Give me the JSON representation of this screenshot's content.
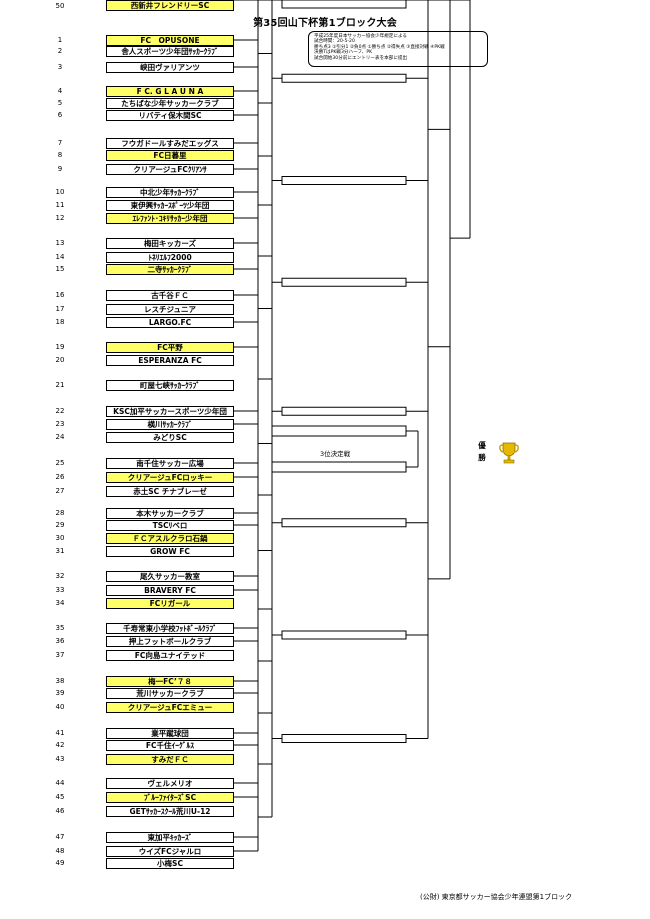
{
  "title": "第35回山下杯第1ブロック大会",
  "rules": [
    "平成25年度日本サッカー協会少年規定による",
    "試合時間：20-5-20",
    "勝ち点3 ①引分1 ②負0点 ①勝ち点 ②得失点 ③直接対戦 ④PK戦",
    "決勝TはPK戦3分ハーフ、PK",
    "試合開始30分前にエントリー表を本部に提出"
  ],
  "teams": [
    {
      "n": "1",
      "name": "FC　OPUSONE",
      "hl": true
    },
    {
      "n": "2",
      "name": "舎人スポーツ少年団ｻｯｶｰｸﾗﾌﾞ",
      "hl": false
    },
    {
      "n": "3",
      "name": "峡田ヴァリアンツ",
      "hl": false
    },
    {
      "n": "4",
      "name": "F C.  G L A U N A",
      "hl": true
    },
    {
      "n": "5",
      "name": "たちばな少年サッカークラブ",
      "hl": false
    },
    {
      "n": "6",
      "name": "リバティ保木間SC",
      "hl": false
    },
    {
      "n": "7",
      "name": "フウガドールすみだエッグス",
      "hl": false
    },
    {
      "n": "8",
      "name": "FC日暮里",
      "hl": true
    },
    {
      "n": "9",
      "name": "クリアージュFCｸﾘｱﾝｻ",
      "hl": false
    },
    {
      "n": "10",
      "name": "中北少年ｻｯｶｰｸﾗﾌﾞ",
      "hl": false
    },
    {
      "n": "11",
      "name": "東伊興ｻｯｶｰｽﾎﾟｰﾂ少年団",
      "hl": false
    },
    {
      "n": "12",
      "name": "ｴﾚﾌｧﾝﾄ･ｺｷﾘｻｯｶｰ少年団",
      "hl": true
    },
    {
      "n": "13",
      "name": "梅田キッカーズ",
      "hl": false
    },
    {
      "n": "14",
      "name": "ﾄﾈﾘｴﾙﾌ2000",
      "hl": false
    },
    {
      "n": "15",
      "name": "二寺ｻｯｶｰｸﾗﾌﾞ",
      "hl": true
    },
    {
      "n": "16",
      "name": "古千谷ＦＣ",
      "hl": false
    },
    {
      "n": "17",
      "name": "レスチジュニア",
      "hl": false
    },
    {
      "n": "18",
      "name": "LARGO.FC",
      "hl": false
    },
    {
      "n": "19",
      "name": "FC平野",
      "hl": true
    },
    {
      "n": "20",
      "name": "ESPERANZA FC",
      "hl": false
    },
    {
      "n": "21",
      "name": "町屋七峡ｻｯｶｰｸﾗﾌﾞ",
      "hl": false
    },
    {
      "n": "22",
      "name": "KSC加平サッカースポーツ少年団",
      "hl": false
    },
    {
      "n": "23",
      "name": "横川ｻｯｶｰｸﾗﾌﾞ",
      "hl": false
    },
    {
      "n": "24",
      "name": "みどりSC",
      "hl": false
    },
    {
      "n": "25",
      "name": "南千住サッカー広場",
      "hl": false
    },
    {
      "n": "26",
      "name": "クリアージュFCロッキー",
      "hl": true
    },
    {
      "n": "27",
      "name": "赤土SC チナブレーゼ",
      "hl": false
    },
    {
      "n": "28",
      "name": "本木サッカークラブ",
      "hl": false
    },
    {
      "n": "29",
      "name": "TSCﾘベロ",
      "hl": false
    },
    {
      "n": "30",
      "name": "ＦＣアスルクラロ石鍋",
      "hl": true
    },
    {
      "n": "31",
      "name": "GROW FC",
      "hl": false
    },
    {
      "n": "32",
      "name": "尾久サッカー教室",
      "hl": false
    },
    {
      "n": "33",
      "name": "BRAVERY FC",
      "hl": false
    },
    {
      "n": "34",
      "name": "FCリガール",
      "hl": true
    },
    {
      "n": "35",
      "name": "千寿常東小学校ﾌｯﾄﾎﾞｰﾙｸﾗﾌﾞ",
      "hl": false
    },
    {
      "n": "36",
      "name": "押上フットボールクラブ",
      "hl": false
    },
    {
      "n": "37",
      "name": "FC向島ユナイテッド",
      "hl": false
    },
    {
      "n": "38",
      "name": "梅一FC’７８",
      "hl": true
    },
    {
      "n": "39",
      "name": "荒川サッカークラブ",
      "hl": false
    },
    {
      "n": "40",
      "name": "クリアージュFCエミュー",
      "hl": true
    },
    {
      "n": "41",
      "name": "業平蹴球団",
      "hl": false
    },
    {
      "n": "42",
      "name": "FC千住ｲｰｸﾞﾙｽ",
      "hl": false
    },
    {
      "n": "43",
      "name": "すみだＦＣ",
      "hl": true
    },
    {
      "n": "44",
      "name": "ヴェルメリオ",
      "hl": false
    },
    {
      "n": "45",
      "name": "ﾌﾞﾙｰﾌｧｲﾀｰｽﾞSC",
      "hl": true
    },
    {
      "n": "46",
      "name": "GETｻｯｶｰｽｸｰﾙ荒川U-12",
      "hl": false
    },
    {
      "n": "47",
      "name": "東加平ｷｯｶｰｽﾞ",
      "hl": false
    },
    {
      "n": "48",
      "name": "ウイズFCジャルロ",
      "hl": false
    },
    {
      "n": "49",
      "name": "小梅SC",
      "hl": false
    },
    {
      "n": "50",
      "name": "西新井フレンドリーSC",
      "hl": true
    }
  ],
  "third_place_label": "3位決定戦",
  "winner_label": "優勝",
  "trophy_icon": "trophy-icon",
  "footer": "(公財) 東京都サッカー協会少年連盟第1ブロック",
  "colors": {
    "highlight": "#ffff66"
  }
}
